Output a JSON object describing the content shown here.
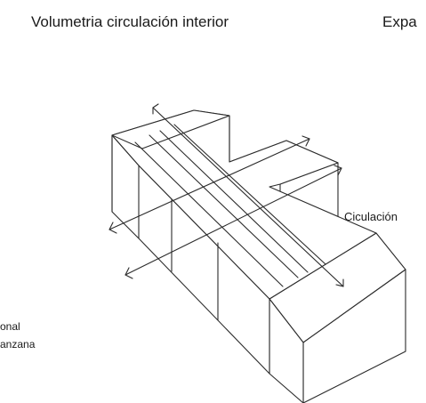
{
  "header": {
    "title": "Volumetria circulación interior",
    "title_right_cut": "Expa"
  },
  "labels": {
    "circulation": "Ciculación",
    "left_line1": "onal",
    "left_line2": "anzana"
  },
  "colors": {
    "stroke": "#2b2b2b",
    "face_fill": "#ffffff",
    "text": "#1a1a1a"
  },
  "icons": {
    "arrow": "arrow-head-icon"
  }
}
